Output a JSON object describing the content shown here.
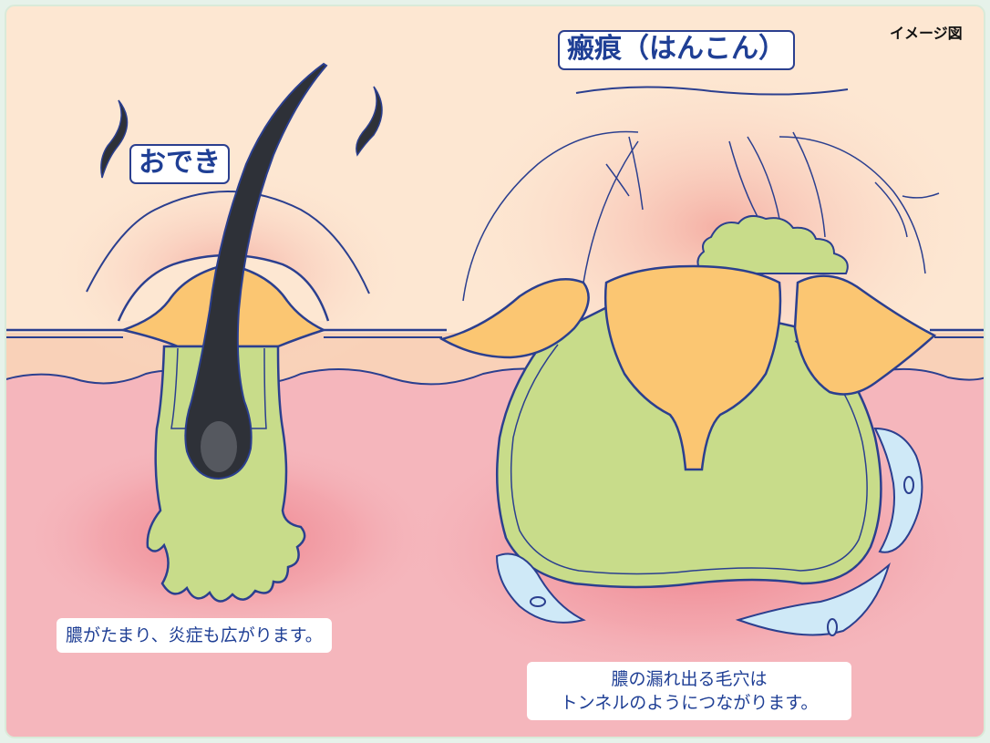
{
  "note": "イメージ図",
  "labels": {
    "odeki": "おでき",
    "scar": "瘢痕（はんこん）"
  },
  "captions": {
    "left": "膿がたまり、炎症も広がります。",
    "right_line1": "膿の漏れ出る毛穴は",
    "right_line2": "トンネルのようにつながります。"
  },
  "colors": {
    "background": "#e6f2ea",
    "epidermis": "#fde7d2",
    "dermis": "#f5b6bc",
    "inflammation": "#e8505f",
    "pus": "#c8dc8a",
    "sebum": "#fbc672",
    "outline": "#2b3f8f",
    "hair": "#2e3138",
    "cells": "#cfe9f7"
  }
}
